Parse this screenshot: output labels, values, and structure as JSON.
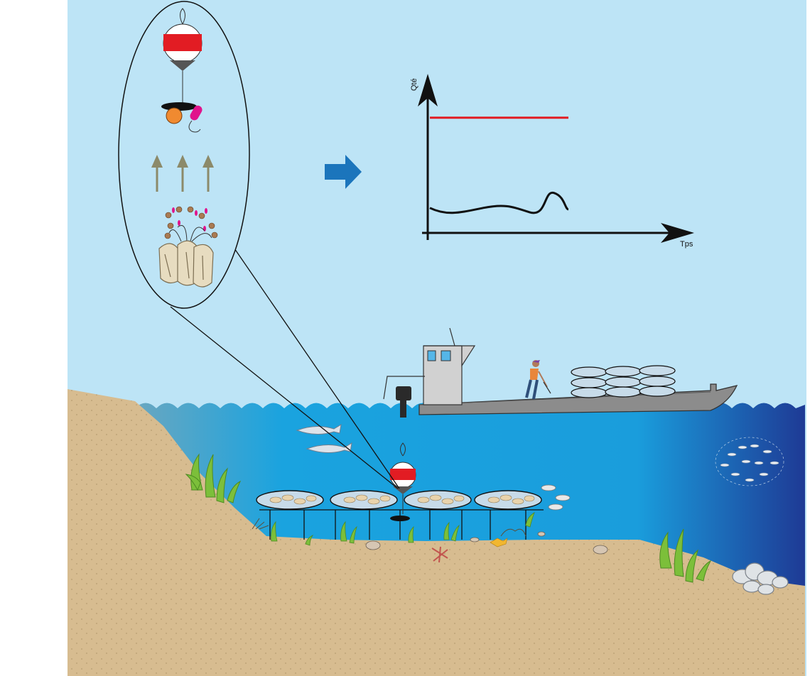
{
  "colors": {
    "sky": "#bde4f6",
    "water_top": "#1aa3df",
    "water_deep": "#1e3a95",
    "sand": "#d7bc90",
    "buoy_red": "#e21c23",
    "graph_red_line": "#e21c23",
    "arrow_blue": "#1b75bc",
    "boat_gray": "#8c8c8c",
    "cabin_gray": "#d1d1d1",
    "seaweed_green": "#7cbf3a",
    "growth_arrow": "#8c8a6a"
  },
  "graph": {
    "y_label": "Qté",
    "x_label": "Tps"
  },
  "chart_data": {
    "type": "line",
    "xlabel": "Tps",
    "ylabel": "Qté",
    "series": [
      {
        "shape": "flat",
        "level": 0.78,
        "color": "#e21c23"
      },
      {
        "shape": "wavy",
        "level": 0.15,
        "color": "#111111"
      }
    ],
    "grid": false
  },
  "icons": {
    "transition_arrow": "right-arrow-icon",
    "buoy": "buoy-icon",
    "sensor": "sensor-icon",
    "growth": "up-arrow-icon",
    "oysters": "oyster-cluster-icon"
  }
}
